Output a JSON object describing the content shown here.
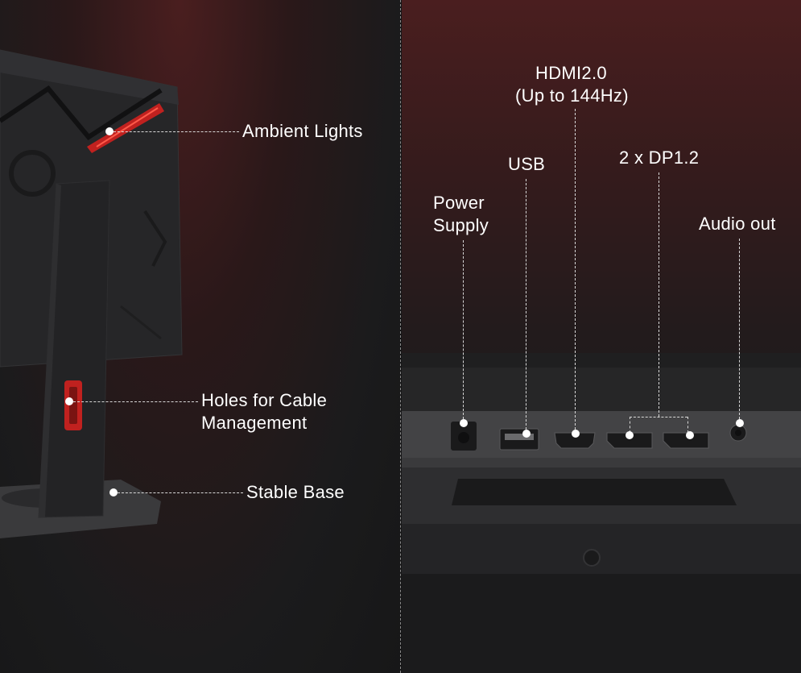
{
  "labels": {
    "ambient_lights": "Ambient Lights",
    "cable_management_line1": "Holes for Cable",
    "cable_management_line2": "Management",
    "stable_base": "Stable Base",
    "hdmi_line1": "HDMI2.0",
    "hdmi_line2": "(Up to 144Hz)",
    "usb": "USB",
    "dp": "2 x DP1.2",
    "power_line1": "Power",
    "power_line2": "Supply",
    "audio": "Audio out"
  },
  "colors": {
    "accent_red": "#c0211f",
    "monitor_body": "#262628",
    "label_text": "#ffffff"
  }
}
